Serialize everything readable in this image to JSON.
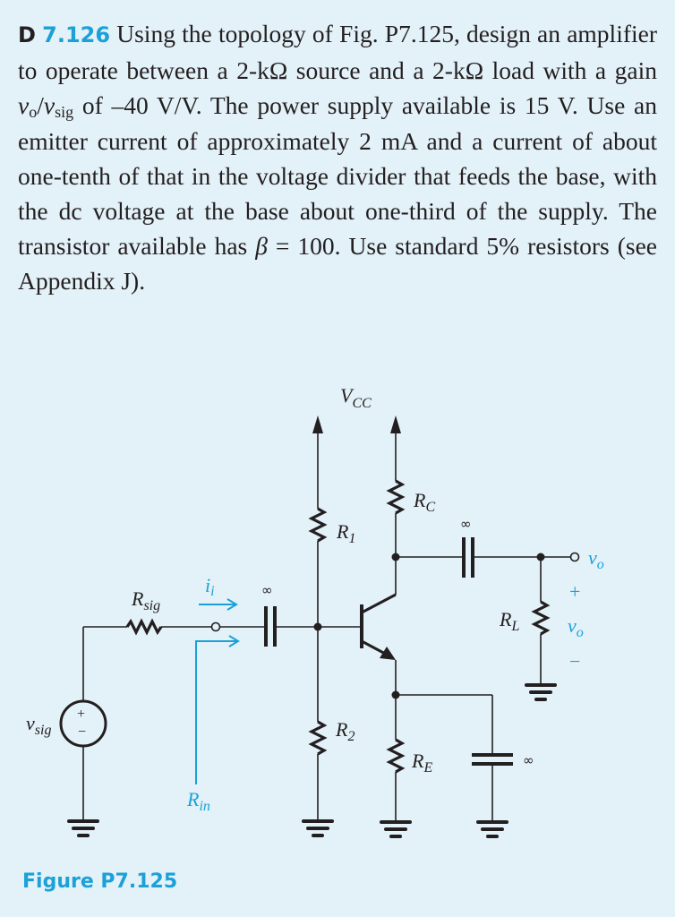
{
  "problem": {
    "design_marker": "D",
    "number": "7.126",
    "text_1": " Using the topology of Fig. P7.125, design an amplifier to operate between a 2-kΩ source and a 2-kΩ load with a gain ",
    "gain_num": "v",
    "gain_num_sub": "o",
    "gain_slash": "/",
    "gain_den": "v",
    "gain_den_sub": "sig",
    "text_2": " of –40 V/V. The power supply available is 15 V. Use an emitter current of approximately 2 mA and a current of about one-tenth of that in the voltage divider that feeds the base, with the dc voltage at the base about one-third of the supply. The transistor available has ",
    "beta": "β",
    "text_3": " = 100. Use standard 5% resistors (see Appendix J)."
  },
  "figure": {
    "caption": "Figure P7.125",
    "labels": {
      "vcc": "V",
      "vcc_sub": "CC",
      "r1": "R",
      "r1_sub": "1",
      "r2": "R",
      "r2_sub": "2",
      "rc": "R",
      "rc_sub": "C",
      "re": "R",
      "re_sub": "E",
      "rl": "R",
      "rl_sub": "L",
      "rsig": "R",
      "rsig_sub": "sig",
      "rin": "R",
      "rin_sub": "in",
      "ii": "i",
      "ii_sub": "i",
      "vsig": "v",
      "vsig_sub": "sig",
      "vo_terminal": "v",
      "vo_terminal_sub": "o",
      "vo_across": "v",
      "vo_across_sub": "o",
      "plus": "+",
      "minus": "−",
      "cap_infinity": "∞"
    },
    "colors": {
      "accent": "#1ba1d8",
      "ink": "#231f20",
      "background": "#e3f1f8"
    }
  }
}
